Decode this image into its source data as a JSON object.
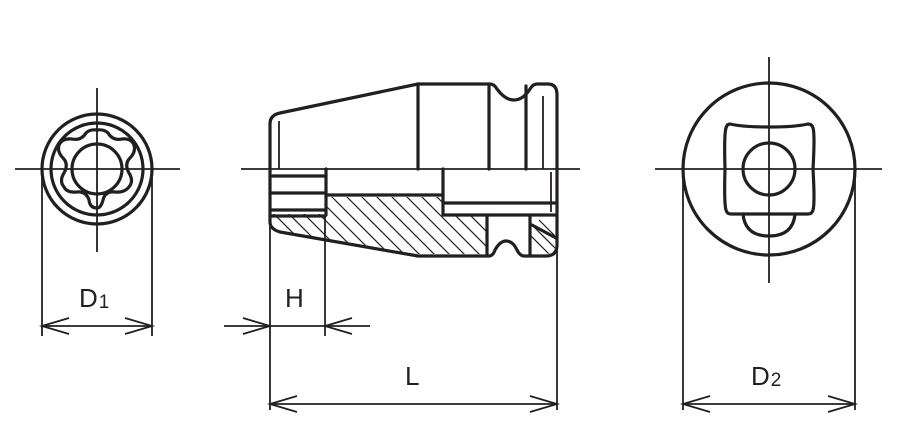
{
  "drawing": {
    "title": "Impact socket dimension drawing",
    "line_color": "#231f20",
    "background": "#ffffff",
    "views": [
      {
        "id": "front-view",
        "description": "Drive end view with 5-lobe socket profile"
      },
      {
        "id": "side-section-view",
        "description": "Half-section side view with hatching"
      },
      {
        "id": "rear-view",
        "description": "Square drive end view"
      }
    ]
  },
  "dimensions": {
    "d1": {
      "letter": "D",
      "subscript": "1"
    },
    "h": {
      "letter": "H"
    },
    "l": {
      "letter": "L"
    },
    "d2": {
      "letter": "D",
      "subscript": "2"
    }
  }
}
